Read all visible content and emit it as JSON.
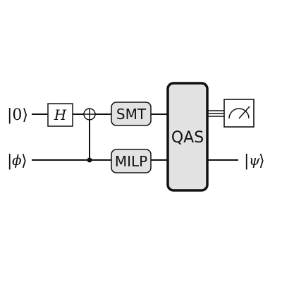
{
  "inputs": {
    "top": "|0⟩",
    "bottom_bar": "|",
    "bottom_symbol": "ϕ",
    "bottom_close": "⟩"
  },
  "gates": {
    "hadamard": "H",
    "smt": "SMT",
    "milp": "MILP",
    "qas": "QAS"
  },
  "outputs": {
    "bottom_bar": "|",
    "bottom_symbol": "ψ",
    "bottom_close": "⟩"
  },
  "colors": {
    "gate_fill": "#e2e2e2",
    "line": "#111111",
    "background": "#ffffff"
  },
  "icons": {
    "measurement": "meter-icon",
    "cnot_target": "oplus-target-icon",
    "cnot_control": "control-dot-icon"
  }
}
